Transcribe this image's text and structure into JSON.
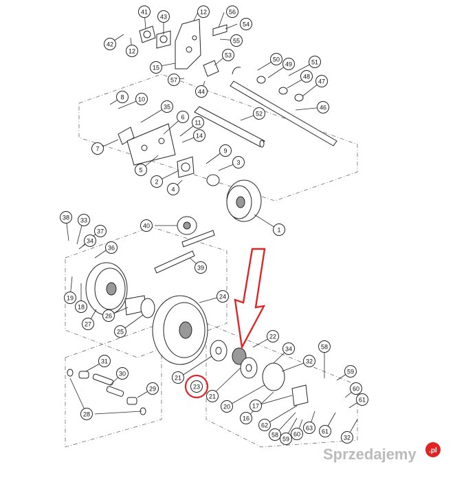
{
  "watermark": "Sprzedajemy",
  "watermark_suffix": ".pl",
  "colors": {
    "arrow": "#e02424",
    "highlight_circle": "#e02424",
    "line": "#222222"
  },
  "highlighted_part": "23",
  "callouts": [
    {
      "id": "c41",
      "label": "41"
    },
    {
      "id": "c43",
      "label": "43"
    },
    {
      "id": "c12a",
      "label": "12"
    },
    {
      "id": "c56",
      "label": "56"
    },
    {
      "id": "c42",
      "label": "42"
    },
    {
      "id": "c12b",
      "label": "12"
    },
    {
      "id": "c54",
      "label": "54"
    },
    {
      "id": "c55",
      "label": "55"
    },
    {
      "id": "c15",
      "label": "15"
    },
    {
      "id": "c53",
      "label": "53"
    },
    {
      "id": "c50",
      "label": "50"
    },
    {
      "id": "c49",
      "label": "49"
    },
    {
      "id": "c51",
      "label": "51"
    },
    {
      "id": "c48",
      "label": "48"
    },
    {
      "id": "c57",
      "label": "57"
    },
    {
      "id": "c44",
      "label": "44"
    },
    {
      "id": "c47",
      "label": "47"
    },
    {
      "id": "c8",
      "label": "8"
    },
    {
      "id": "c10",
      "label": "10"
    },
    {
      "id": "c35",
      "label": "35"
    },
    {
      "id": "c46",
      "label": "46"
    },
    {
      "id": "c52",
      "label": "52"
    },
    {
      "id": "c6",
      "label": "6"
    },
    {
      "id": "c11",
      "label": "11"
    },
    {
      "id": "c14",
      "label": "14"
    },
    {
      "id": "c7",
      "label": "7"
    },
    {
      "id": "c9",
      "label": "9"
    },
    {
      "id": "c5",
      "label": "5"
    },
    {
      "id": "c3",
      "label": "3"
    },
    {
      "id": "c2",
      "label": "2"
    },
    {
      "id": "c4",
      "label": "4"
    },
    {
      "id": "c38",
      "label": "38"
    },
    {
      "id": "c33",
      "label": "33"
    },
    {
      "id": "c37",
      "label": "37"
    },
    {
      "id": "c34",
      "label": "34"
    },
    {
      "id": "c36",
      "label": "36"
    },
    {
      "id": "c40",
      "label": "40"
    },
    {
      "id": "c1",
      "label": "1"
    },
    {
      "id": "c39",
      "label": "39"
    },
    {
      "id": "c19",
      "label": "19"
    },
    {
      "id": "c18",
      "label": "18"
    },
    {
      "id": "c26",
      "label": "26"
    },
    {
      "id": "c27",
      "label": "27"
    },
    {
      "id": "c24",
      "label": "24"
    },
    {
      "id": "c25",
      "label": "25"
    },
    {
      "id": "c22",
      "label": "22"
    },
    {
      "id": "c21a",
      "label": "21"
    },
    {
      "id": "c23",
      "label": "23"
    },
    {
      "id": "c21b",
      "label": "21"
    },
    {
      "id": "c58",
      "label": "58"
    },
    {
      "id": "c34b",
      "label": "34"
    },
    {
      "id": "c32a",
      "label": "32"
    },
    {
      "id": "c59a",
      "label": "59"
    },
    {
      "id": "c31",
      "label": "31"
    },
    {
      "id": "c30",
      "label": "30"
    },
    {
      "id": "c29",
      "label": "29"
    },
    {
      "id": "c20",
      "label": "20"
    },
    {
      "id": "c17",
      "label": "17"
    },
    {
      "id": "c16",
      "label": "16"
    },
    {
      "id": "c60a",
      "label": "60"
    },
    {
      "id": "c61a",
      "label": "61"
    },
    {
      "id": "c28",
      "label": "28"
    },
    {
      "id": "c62",
      "label": "62"
    },
    {
      "id": "c58b",
      "label": "58"
    },
    {
      "id": "c59b",
      "label": "59"
    },
    {
      "id": "c60b",
      "label": "60"
    },
    {
      "id": "c63",
      "label": "63"
    },
    {
      "id": "c61b",
      "label": "61"
    },
    {
      "id": "c32b",
      "label": "32"
    }
  ]
}
